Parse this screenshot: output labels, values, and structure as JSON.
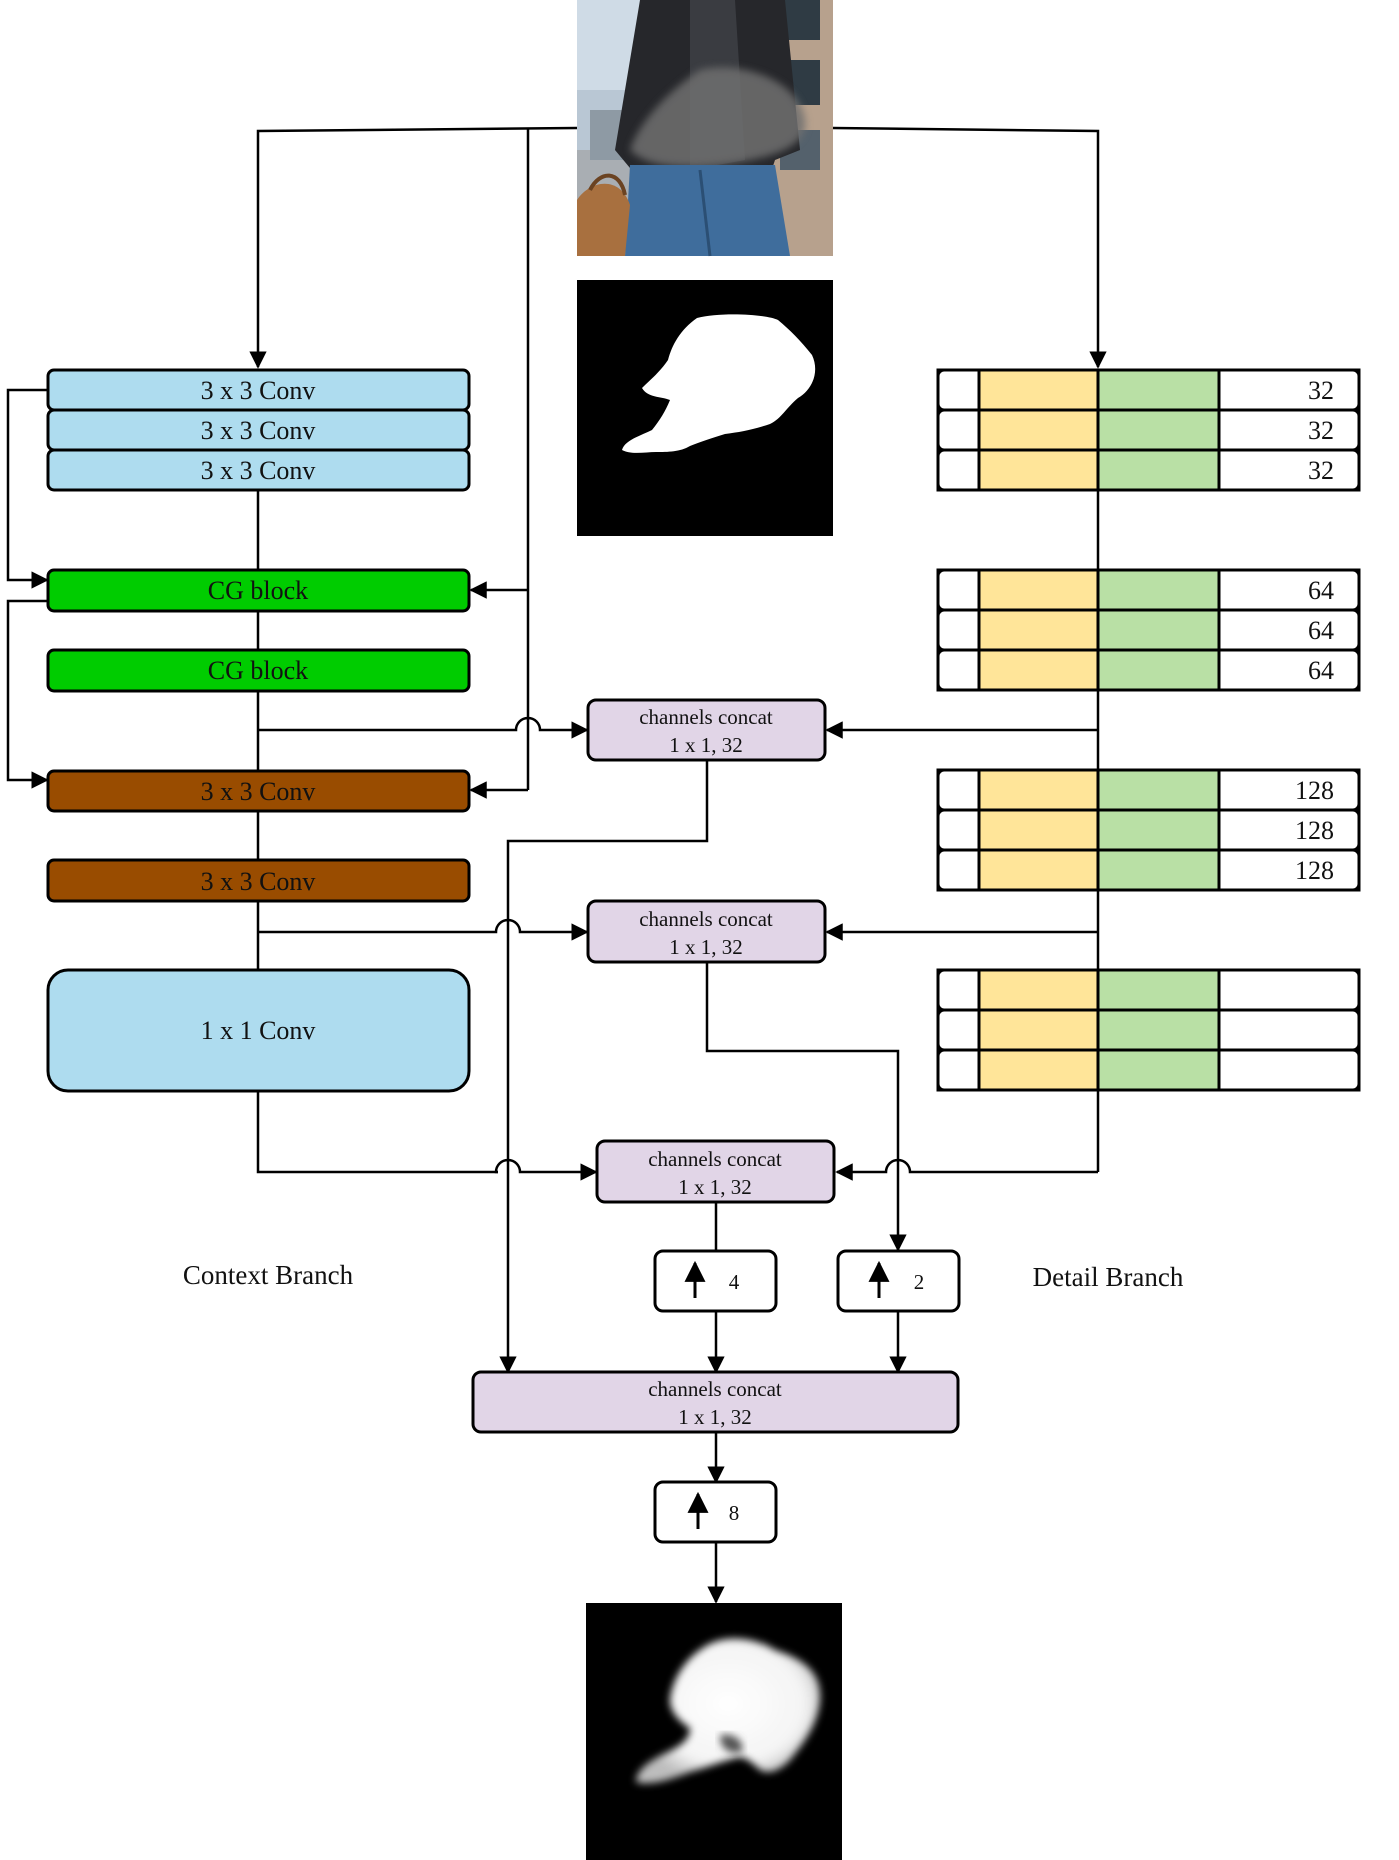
{
  "context_branch": {
    "label": "Context Branch",
    "conv_top": [
      "3 x 3 Conv",
      "3 x 3 Conv",
      "3 x 3 Conv"
    ],
    "cg_blocks": [
      "CG block",
      "CG block"
    ],
    "conv_mid": [
      "3 x 3 Conv",
      "3 x 3 Conv"
    ],
    "conv_final": "1 x 1 Conv"
  },
  "detail_branch": {
    "label": "Detail Branch",
    "channels": [
      "32",
      "32",
      "32",
      "64",
      "64",
      "64",
      "128",
      "128",
      "128",
      "",
      "",
      ""
    ]
  },
  "fusion": {
    "concat_line1": "channels concat",
    "concat_line2": "1 x 1, 32",
    "upsample_factors": [
      "4",
      "2",
      "8"
    ]
  },
  "images": {
    "input": "input photo: person in leather jacket holding bag",
    "mask": "binary mask",
    "output": "predicted alpha matte"
  },
  "colors": {
    "conv_blue": "#aedcef",
    "cg_green": "#00cc00",
    "conv_brown": "#994c00",
    "concat_lilac": "#e1d5e7",
    "detail_yellow": "#ffe599",
    "detail_green": "#b9e0a5"
  }
}
